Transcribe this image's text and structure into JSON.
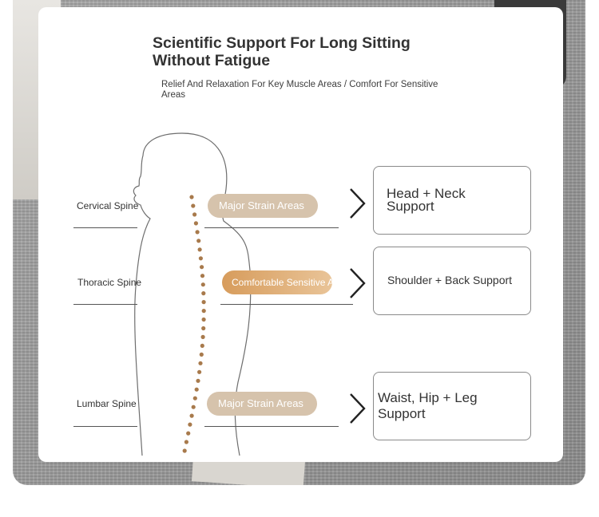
{
  "header": {
    "title": "Scientific Support For Long Sitting Without Fatigue",
    "subtitle": "Relief And Relaxation For Key Muscle Areas / Comfort For Sensitive Areas"
  },
  "rows": [
    {
      "spine_label": "Cervical Spine",
      "area_label": "Major Strain Areas",
      "support_label": "Head + Neck Support"
    },
    {
      "spine_label": "Thoracic Spine",
      "area_label": "Comfortable Sensitive Areas",
      "support_label": "Shoulder + Back Support"
    },
    {
      "spine_label": "Lumbar Spine",
      "area_label": "Major Strain Areas",
      "support_label": "Waist, Hip + Leg Support"
    }
  ],
  "colors": {
    "major_pill": "#d6c3ac",
    "comfort_pill": "#d79c5c",
    "spine_dots": "#a87a4c",
    "text": "#333333"
  }
}
